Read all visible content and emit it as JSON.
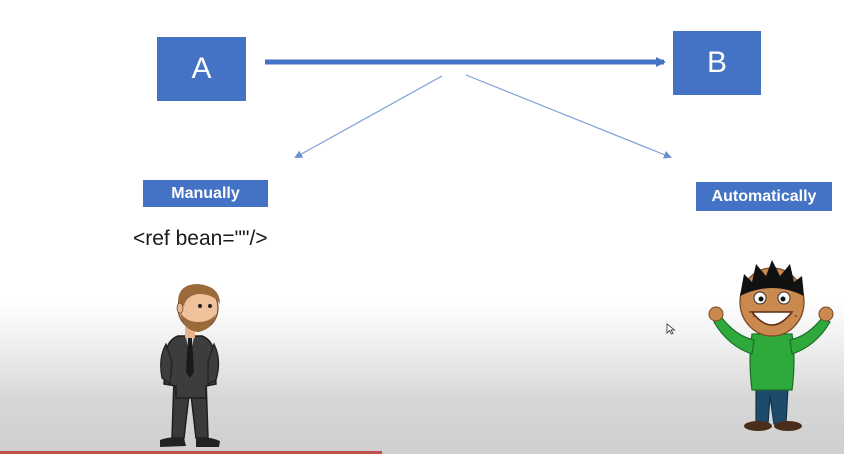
{
  "diagram": {
    "node_a": "A",
    "node_b": "B",
    "manual_label": "Manually",
    "auto_label": "Automatically",
    "code_snippet": "<ref bean=\"\"/>"
  },
  "colors": {
    "box": "#4472c4",
    "arrow_main": "#4472c4",
    "arrow_branch": "#7f9fd6"
  },
  "icons": {
    "cursor": "mouse-pointer-icon"
  }
}
